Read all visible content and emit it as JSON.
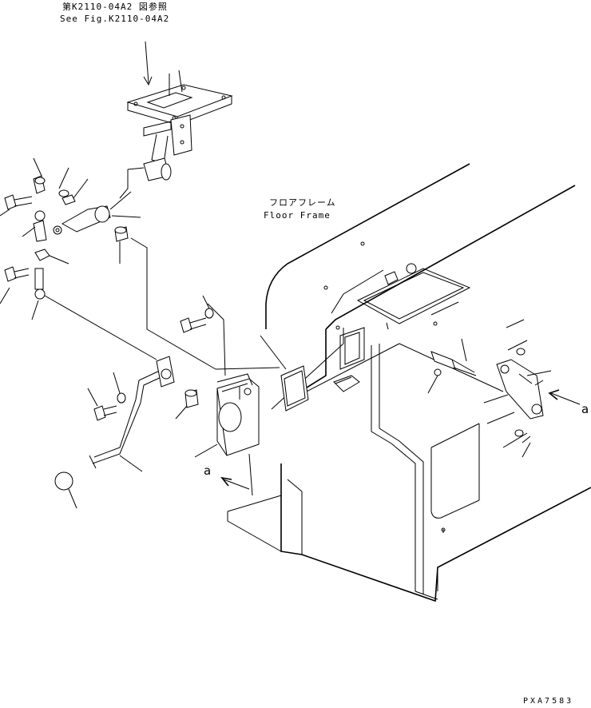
{
  "reference": {
    "japanese": "第K2110-04A2 図参照",
    "english": "See Fig.K2110-04A2"
  },
  "floor_frame": {
    "japanese": "フロアフレーム",
    "english": "Floor Frame"
  },
  "view_markers": [
    "a",
    "a"
  ],
  "drawing_code": "PXA7583"
}
